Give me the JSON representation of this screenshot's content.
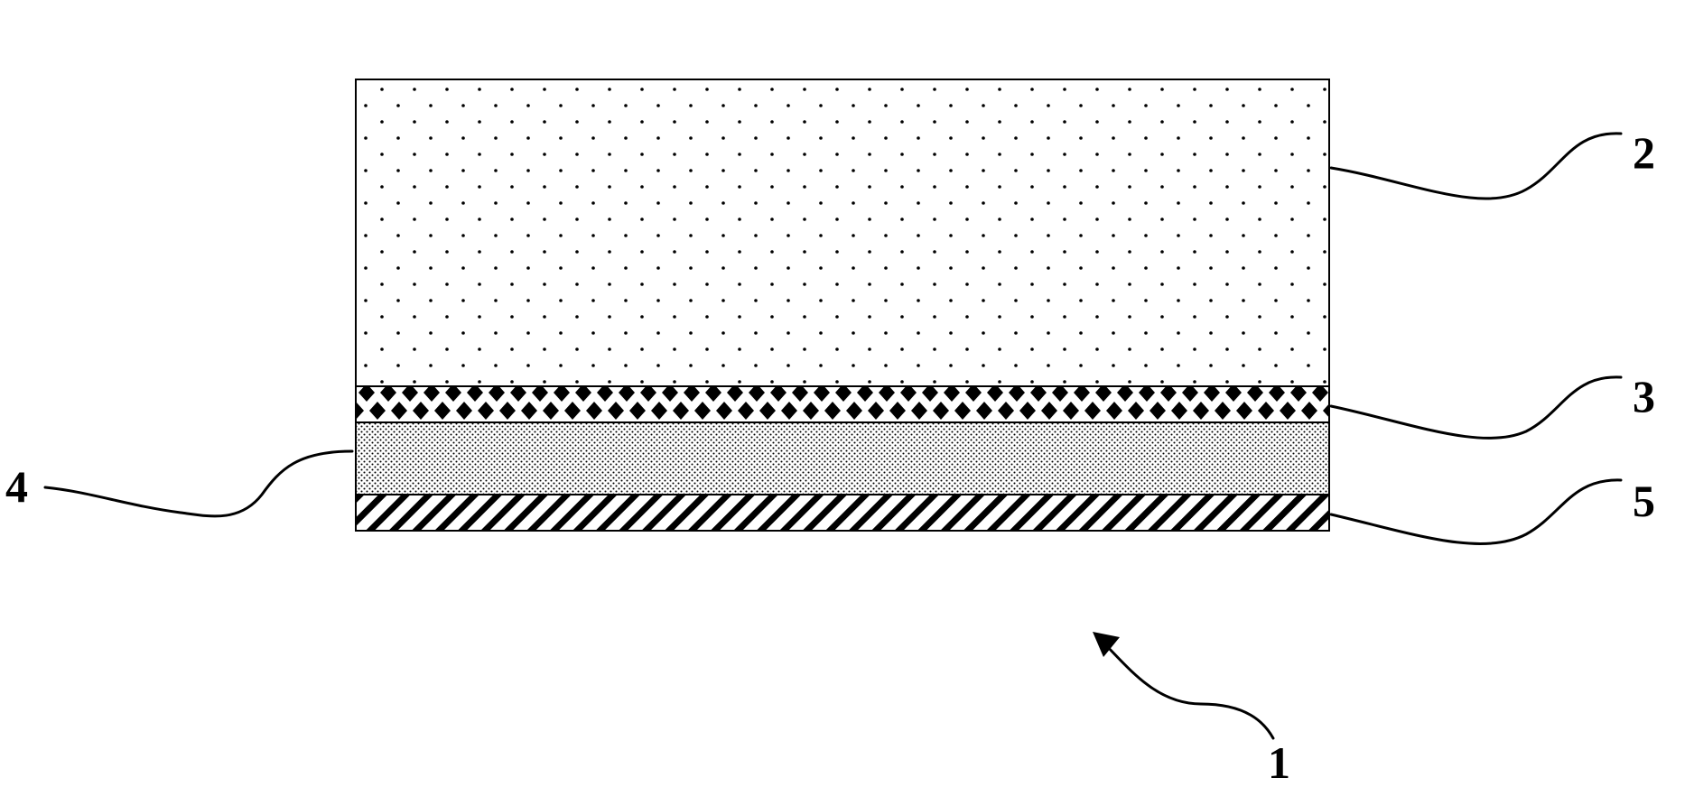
{
  "diagram": {
    "labels": {
      "assembly": "1",
      "top_layer": "2",
      "pattern_layer": "3",
      "fine_layer": "4",
      "bottom_layer": "5"
    },
    "layers": [
      {
        "ref": "2",
        "fill": "sparse-dots"
      },
      {
        "ref": "3",
        "fill": "diamond-pattern"
      },
      {
        "ref": "4",
        "fill": "fine-dots"
      },
      {
        "ref": "5",
        "fill": "diagonal-hatch"
      }
    ],
    "colors": {
      "ink": "#000000",
      "background": "#ffffff"
    }
  }
}
